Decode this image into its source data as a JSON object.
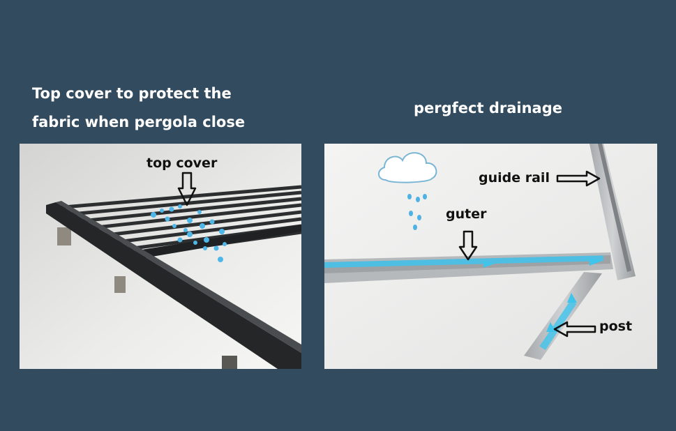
{
  "headings": {
    "left_line1": "Top cover to protect the",
    "left_line2": "fabric when pergola close",
    "right": "pergfect drainage"
  },
  "callouts": {
    "top_cover": "top cover",
    "guide_rail": "guide rail",
    "gutter": "guter",
    "post": "post"
  },
  "colors": {
    "background": "#324b5e",
    "heading_text": "#ffffff",
    "water_flow": "#3fc4ec",
    "frame_dark": "#2b2d2f",
    "frame_silver": "#b9bcbf"
  },
  "icons": {
    "cloud": "rain-cloud-icon",
    "arrows": "outline-arrow-icon"
  }
}
